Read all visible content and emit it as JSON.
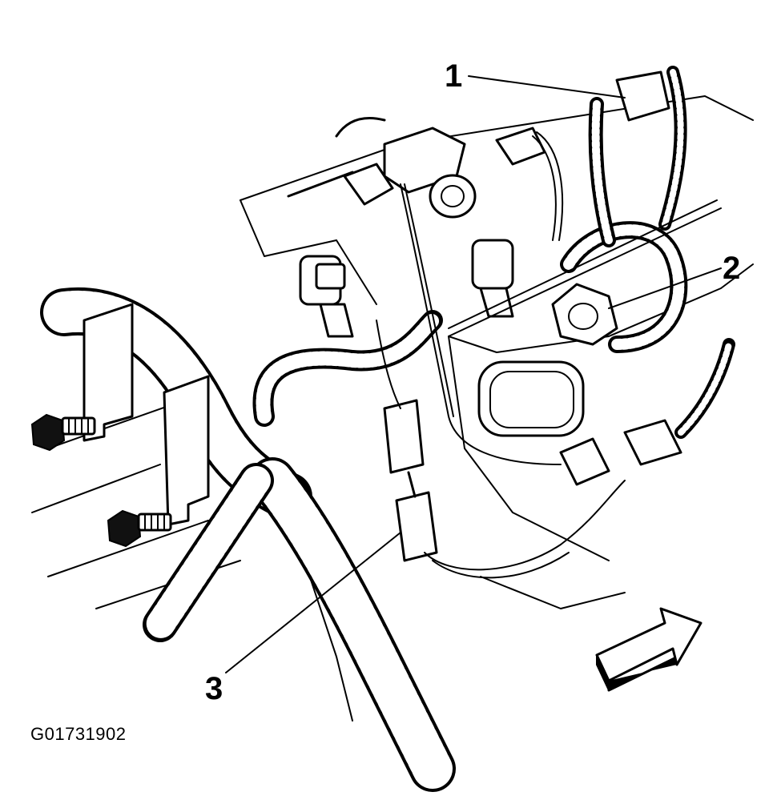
{
  "figure": {
    "id_label": "G01731902",
    "callouts": [
      {
        "number": "1"
      },
      {
        "number": "2"
      },
      {
        "number": "3"
      }
    ],
    "colors": {
      "ink": "#000000",
      "background": "#ffffff"
    }
  }
}
